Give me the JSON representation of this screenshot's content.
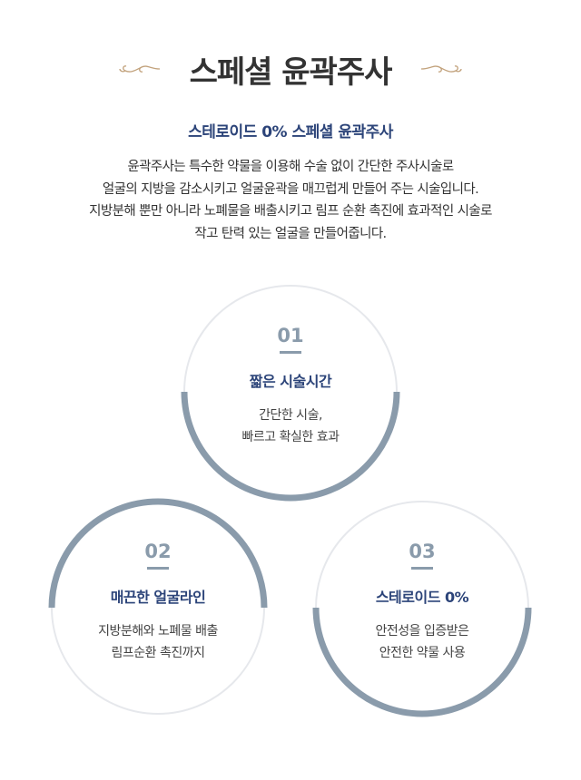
{
  "header": {
    "title": "스페셜 윤곽주사",
    "subtitle": "스테로이드 0% 스페셜 윤곽주사"
  },
  "intro": [
    "윤곽주사는 특수한 약물을 이용해 수술 없이 간단한 주사시술로",
    "얼굴의 지방을 감소시키고 얼굴윤곽을 매끄럽게 만들어 주는 시술입니다.",
    "지방분해 뿐만 아니라 노폐물을 배출시키고 림프 순환 촉진에 효과적인 시술로",
    "작고 탄력 있는 얼굴을 만들어줍니다."
  ],
  "features": [
    {
      "number": "01",
      "title": "짧은 시술시간",
      "desc": [
        "간단한 시술,",
        "빠르고 확실한 효과"
      ]
    },
    {
      "number": "02",
      "title": "매끈한 얼굴라인",
      "desc": [
        "지방분해와 노폐물 배출",
        "림프순환 촉진까지"
      ]
    },
    {
      "number": "03",
      "title": "스테로이드 0%",
      "desc": [
        "안전성을 입증받은",
        "안전한 약물 사용"
      ]
    }
  ],
  "colors": {
    "accent": "#2c4479",
    "ring": "#8a9bab",
    "ornament": "#c2a27c"
  }
}
